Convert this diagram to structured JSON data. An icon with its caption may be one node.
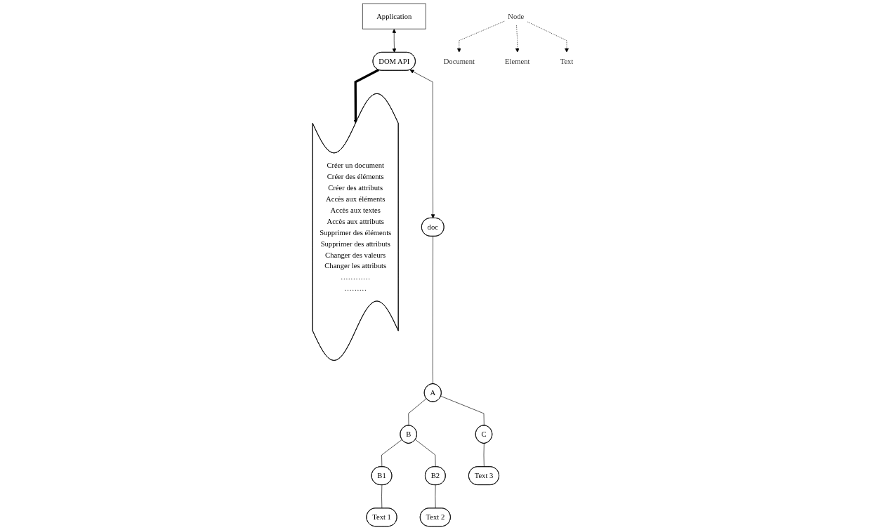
{
  "diagram": {
    "nodes": [
      {
        "text": [
          "Application"
        ]
      },
      {
        "text": [
          "DOM API"
        ]
      },
      {
        "text": [
          "Créer un document",
          "Créer des éléments",
          "Créer des attributs",
          "Accès aux éléments",
          "Accès aux textes",
          "Accès aux attributs",
          "Supprimer des éléments",
          "Supprimer des attributs",
          "Changer des valeurs",
          "Changer les attributs",
          "…………",
          "………"
        ]
      },
      {
        "text": [
          "doc"
        ]
      },
      {
        "text": [
          "A"
        ]
      },
      {
        "text": [
          "B"
        ]
      },
      {
        "text": [
          "C"
        ]
      },
      {
        "text": [
          "B1"
        ]
      },
      {
        "text": [
          "B2"
        ]
      },
      {
        "text": [
          "Text 1"
        ]
      },
      {
        "text": [
          "Text 2"
        ]
      },
      {
        "text": [
          "Text 3"
        ]
      },
      {
        "text": [
          "Document"
        ]
      },
      {
        "text": [
          "Node"
        ]
      },
      {
        "text": [
          "Element"
        ]
      },
      {
        "text": [
          "Text"
        ]
      }
    ],
    "edges": [
      {
        "from": 0,
        "to": 1,
        "arrow": "both"
      },
      {
        "from": 1,
        "to": 2,
        "arrow": "to",
        "style": "thick"
      },
      {
        "from": 1,
        "to": 3,
        "arrow": "both"
      },
      {
        "from": 3,
        "to": 4,
        "arrow": "none"
      },
      {
        "from": 4,
        "to": 5,
        "arrow": "none"
      },
      {
        "from": 4,
        "to": 6,
        "arrow": "none"
      },
      {
        "from": 5,
        "to": 7,
        "arrow": "none"
      },
      {
        "from": 5,
        "to": 8,
        "arrow": "none"
      },
      {
        "from": 6,
        "to": 11,
        "arrow": "none"
      },
      {
        "from": 7,
        "to": 9,
        "arrow": "none"
      },
      {
        "from": 8,
        "to": 10,
        "arrow": "none"
      },
      {
        "from": 13,
        "to": 12,
        "arrow": "to",
        "style": "dashed"
      },
      {
        "from": 13,
        "to": 14,
        "arrow": "to",
        "style": "dashed"
      },
      {
        "from": 13,
        "to": 15,
        "arrow": "to",
        "style": "dashed"
      }
    ]
  }
}
